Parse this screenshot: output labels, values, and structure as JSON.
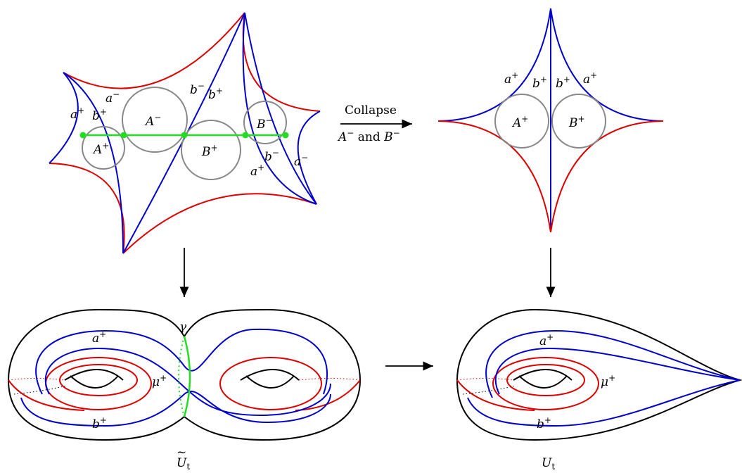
{
  "top_left": {
    "edge_labels": [
      {
        "id": "tl-a-plus-left",
        "base": "a",
        "sup": "+"
      },
      {
        "id": "tl-b-plus-left",
        "base": "b",
        "sup": "+"
      },
      {
        "id": "tl-a-minus-top",
        "base": "a",
        "sup": "−"
      },
      {
        "id": "tl-b-minus-mid",
        "base": "b",
        "sup": "−"
      },
      {
        "id": "tl-b-plus-mid",
        "base": "b",
        "sup": "+"
      },
      {
        "id": "tl-b-minus-right",
        "base": "b",
        "sup": "−"
      },
      {
        "id": "tl-a-minus-right",
        "base": "a",
        "sup": "−"
      },
      {
        "id": "tl-a-plus-bottom",
        "base": "a",
        "sup": "+"
      }
    ],
    "circles": [
      {
        "id": "A-plus",
        "base": "A",
        "sup": "+"
      },
      {
        "id": "A-minus",
        "base": "A",
        "sup": "−"
      },
      {
        "id": "B-plus",
        "base": "B",
        "sup": "+"
      },
      {
        "id": "B-minus",
        "base": "B",
        "sup": "−"
      }
    ]
  },
  "collapse_arrow": {
    "line1": "Collapse",
    "line2_a": "A",
    "line2_a_sup": "−",
    "line2_and": " and ",
    "line2_b": "B",
    "line2_b_sup": "−"
  },
  "top_right": {
    "edge_labels": [
      {
        "id": "tr-a-plus-left",
        "base": "a",
        "sup": "+"
      },
      {
        "id": "tr-b-plus-left",
        "base": "b",
        "sup": "+"
      },
      {
        "id": "tr-b-plus-right",
        "base": "b",
        "sup": "+"
      },
      {
        "id": "tr-a-plus-right",
        "base": "a",
        "sup": "+"
      }
    ],
    "circles": [
      {
        "id": "A-plus",
        "base": "A",
        "sup": "+"
      },
      {
        "id": "B-plus",
        "base": "B",
        "sup": "+"
      }
    ]
  },
  "bottom_left": {
    "labels": {
      "gamma": "γ",
      "a": "a",
      "a_sup": "+",
      "mu": "μ",
      "mu_sup": "+",
      "b": "b",
      "b_sup": "+"
    },
    "caption": "U",
    "caption_sub": "t",
    "caption_accent": "~"
  },
  "bottom_right": {
    "labels": {
      "a": "a",
      "a_sup": "+",
      "mu": "μ",
      "mu_sup": "+",
      "b": "b",
      "b_sup": "+"
    },
    "caption": "U",
    "caption_sub": "t"
  },
  "colors": {
    "blue_curves": "#0000cc",
    "red_curves": "#dd0000",
    "circles": "#888888",
    "gamma_curve": "#22dd22"
  }
}
